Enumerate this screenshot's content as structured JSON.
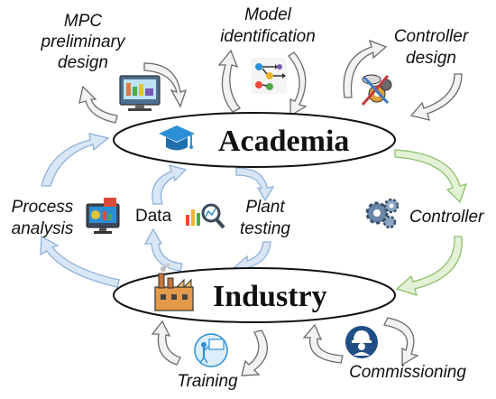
{
  "nodes": {
    "academia": "Academia",
    "industry": "Industry"
  },
  "labels": {
    "mpc_line1": "MPC",
    "mpc_line2": "preliminary",
    "mpc_line3": "design",
    "model_line1": "Model",
    "model_line2": "identification",
    "controller_design_line1": "Controller",
    "controller_design_line2": "design",
    "process_line1": "Process",
    "process_line2": "analysis",
    "data": "Data",
    "plant_line1": "Plant",
    "plant_line2": "testing",
    "controller": "Controller",
    "training": "Training",
    "commissioning": "Commissioning"
  },
  "icons": [
    "computer-screen-icon",
    "flowchart-icon",
    "design-tools-icon",
    "graduation-cap-icon",
    "monitor-dashboard-icon",
    "chart-magnifier-icon",
    "gears-icon",
    "factory-icon",
    "presentation-training-icon",
    "engineer-badge-icon"
  ],
  "colors": {
    "gray_arrow_fill": "#f2f2f2",
    "gray_arrow_stroke": "#6b6b6b",
    "blue_arrow_fill": "#d9e6f5",
    "blue_arrow_stroke": "#8fb1d9",
    "green_arrow_fill": "#e3f1d6",
    "green_arrow_stroke": "#8cc06a",
    "cap_blue": "#2b8fd6"
  }
}
